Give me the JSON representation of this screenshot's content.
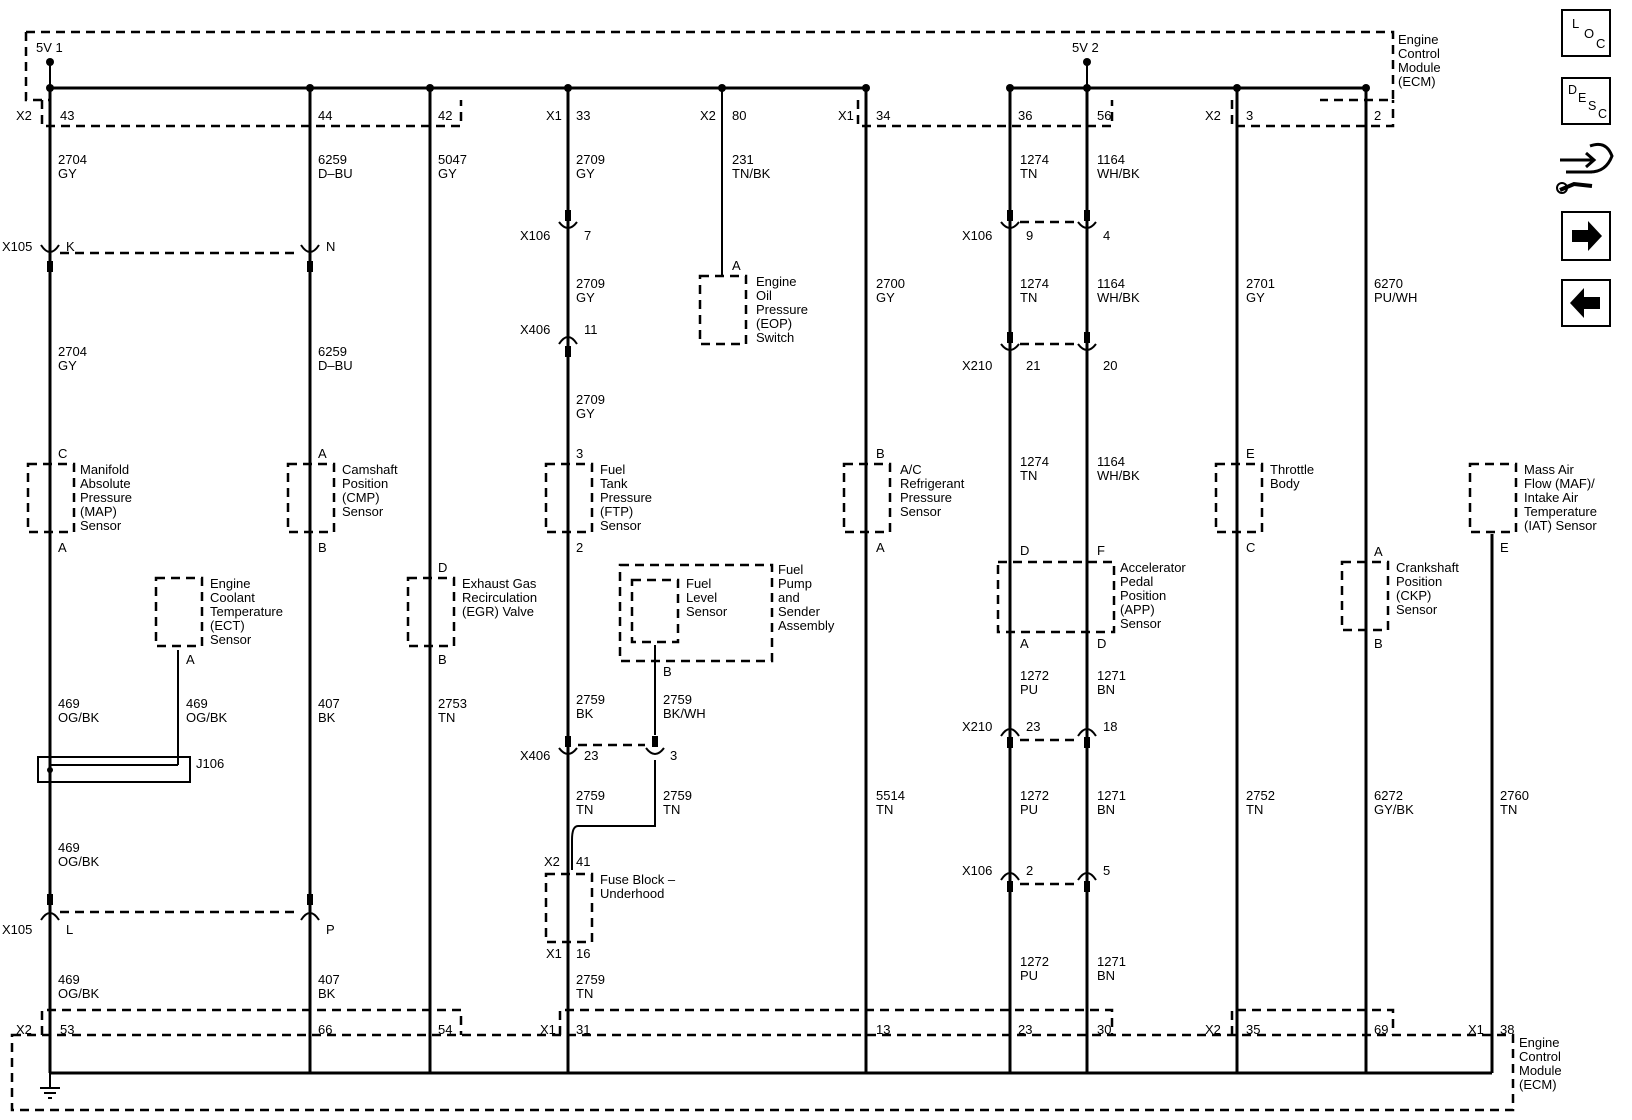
{
  "ecm": {
    "title_lines": [
      "Engine",
      "Control",
      "Module",
      "(ECM)"
    ]
  },
  "supplies": [
    "5V 1",
    "5V 2"
  ],
  "top_pins": [
    {
      "conn": "X2",
      "pin": "43"
    },
    {
      "pin": "44"
    },
    {
      "pin": "42"
    },
    {
      "conn": "X1",
      "pin": "33"
    },
    {
      "conn": "X2",
      "pin": "80"
    },
    {
      "conn": "X1",
      "pin": "34"
    },
    {
      "pin": "36"
    },
    {
      "pin": "56"
    },
    {
      "conn": "X2",
      "pin": "3"
    },
    {
      "pin": "2"
    }
  ],
  "bottom_pins": [
    {
      "conn": "X2",
      "pin": "53"
    },
    {
      "pin": "66"
    },
    {
      "pin": "54"
    },
    {
      "conn": "X1",
      "pin": "31"
    },
    {
      "pin": "13"
    },
    {
      "pin": "23"
    },
    {
      "pin": "30"
    },
    {
      "conn": "X2",
      "pin": "35"
    },
    {
      "pin": "69"
    },
    {
      "conn": "X1",
      "pin": "38"
    }
  ],
  "connectors": {
    "x105": "X105",
    "x106": "X106",
    "x406": "X406",
    "x210": "X210",
    "j106": "J106",
    "x2": "X2",
    "x1": "X1"
  },
  "wires": [
    [
      "2704",
      "GY"
    ],
    [
      "6259",
      "D–BU"
    ],
    [
      "5047",
      "GY"
    ],
    [
      "2709",
      "GY"
    ],
    [
      "231",
      "TN/BK"
    ],
    [
      "1274",
      "TN"
    ],
    [
      "1164",
      "WH/BK"
    ],
    [
      "2700",
      "GY"
    ],
    [
      "2701",
      "GY"
    ],
    [
      "6270",
      "PU/WH"
    ],
    [
      "469",
      "OG/BK"
    ],
    [
      "407",
      "BK"
    ],
    [
      "2753",
      "TN"
    ],
    [
      "2759",
      "BK"
    ],
    [
      "2759",
      "BK/WH"
    ],
    [
      "2759",
      "TN"
    ],
    [
      "5514",
      "TN"
    ],
    [
      "1272",
      "PU"
    ],
    [
      "1271",
      "BN"
    ],
    [
      "2752",
      "TN"
    ],
    [
      "6272",
      "GY/BK"
    ],
    [
      "2760",
      "TN"
    ]
  ],
  "pin_letters": [
    "K",
    "N",
    "L",
    "P",
    "C",
    "A",
    "B",
    "D",
    "E",
    "F"
  ],
  "pin_numbers": [
    "7",
    "11",
    "9",
    "4",
    "21",
    "20",
    "3",
    "2",
    "41",
    "16",
    "23",
    "18",
    "5"
  ],
  "components": {
    "map": [
      "Manifold",
      "Absolute",
      "Pressure",
      "(MAP)",
      "Sensor"
    ],
    "cmp": [
      "Camshaft",
      "Position",
      "(CMP)",
      "Sensor"
    ],
    "ftp": [
      "Fuel",
      "Tank",
      "Pressure",
      "(FTP)",
      "Sensor"
    ],
    "eop": [
      "Engine",
      "Oil",
      "Pressure",
      "(EOP)",
      "Switch"
    ],
    "ac": [
      "A/C",
      "Refrigerant",
      "Pressure",
      "Sensor"
    ],
    "throttle": [
      "Throttle",
      "Body"
    ],
    "maf": [
      "Mass Air",
      "Flow (MAF)/",
      "Intake Air",
      "Temperature",
      "(IAT) Sensor"
    ],
    "ect": [
      "Engine",
      "Coolant",
      "Temperature",
      "(ECT)",
      "Sensor"
    ],
    "egr": [
      "Exhaust Gas",
      "Recirculation",
      "(EGR) Valve"
    ],
    "fuel_level": [
      "Fuel",
      "Level",
      "Sensor"
    ],
    "fuel_pump": [
      "Fuel",
      "Pump",
      "and",
      "Sender",
      "Assembly"
    ],
    "app": [
      "Accelerator",
      "Pedal",
      "Position",
      "(APP)",
      "Sensor"
    ],
    "ckp": [
      "Crankshaft",
      "Position",
      "(CKP)",
      "Sensor"
    ],
    "fuse": [
      "Fuse Block –",
      "Underhood"
    ]
  },
  "nav_buttons": [
    {
      "name": "loc-button",
      "chars": [
        "L",
        "O",
        "C"
      ]
    },
    {
      "name": "desc-button",
      "chars": [
        "D",
        "E",
        "S",
        "C"
      ]
    },
    {
      "name": "connector-icon-button",
      "icon": "connector-wrench-icon"
    },
    {
      "name": "next-button",
      "icon": "arrow-right-icon"
    },
    {
      "name": "prev-button",
      "icon": "arrow-left-icon"
    }
  ]
}
